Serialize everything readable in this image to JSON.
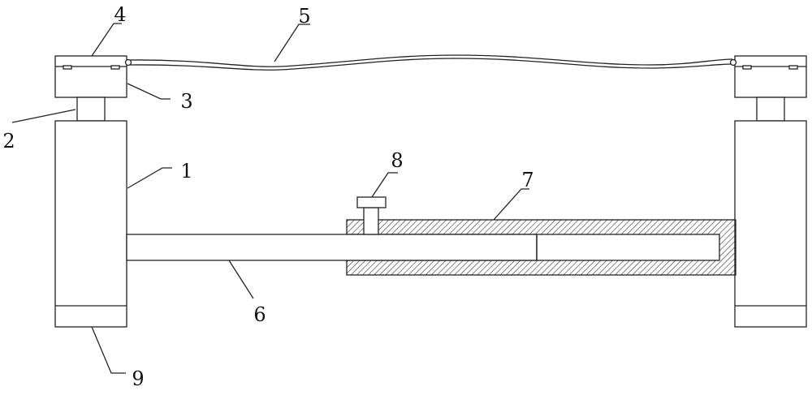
{
  "labels": {
    "l1": "1",
    "l2": "2",
    "l3": "3",
    "l4": "4",
    "l5": "5",
    "l6": "6",
    "l7": "7",
    "l8": "8",
    "l9": "9"
  },
  "colors": {
    "line": "#222222",
    "background": "#ffffff"
  }
}
